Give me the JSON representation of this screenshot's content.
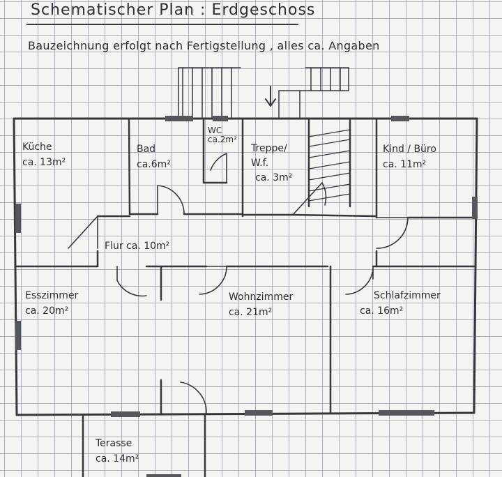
{
  "header": {
    "title": "Schematischer Plan : Erdgeschoss",
    "subtitle": "Bauzeichnung erfolgt nach Fertigstellung , alles ca. Angaben"
  },
  "rooms": {
    "kueche": {
      "name": "Küche",
      "area": "ca. 13m²"
    },
    "bad": {
      "name": "Bad",
      "area": "ca.6m²"
    },
    "wc": {
      "name": "WC",
      "area": "ca.2m²"
    },
    "treppe": {
      "name": "Treppe/",
      "name2": "W.f.",
      "area": "ca. 3m²"
    },
    "kind": {
      "name": "Kind / Büro",
      "area": "ca. 11m²"
    },
    "flur": {
      "name": "Flur",
      "area": "ca. 10m²"
    },
    "esszimmer": {
      "name": "Esszimmer",
      "area": "ca. 20m²"
    },
    "wohnzimmer": {
      "name": "Wohnzimmer",
      "area": "ca. 21m²"
    },
    "schlafzimmer": {
      "name": "Schlafzimmer",
      "area": "ca. 16m²"
    },
    "terasse": {
      "name": "Terasse",
      "area": "ca. 14m²"
    }
  },
  "colors": {
    "wall": "#35373c",
    "window": "#55575c",
    "grid": "#a9adb4",
    "paper": "#f4f4f2"
  }
}
